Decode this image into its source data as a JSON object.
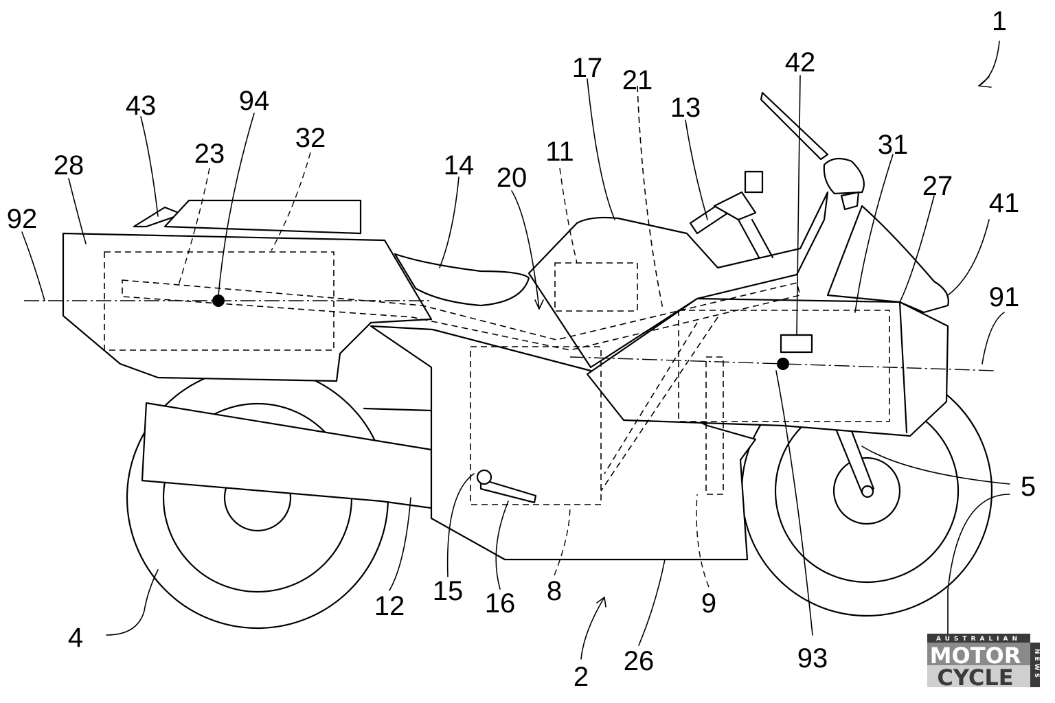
{
  "labels": {
    "l1": "1",
    "l2": "2",
    "l4": "4",
    "l5": "5",
    "l8": "8",
    "l9": "9",
    "l11": "11",
    "l12": "12",
    "l13": "13",
    "l14": "14",
    "l15": "15",
    "l16": "16",
    "l17": "17",
    "l20": "20",
    "l21": "21",
    "l23": "23",
    "l26": "26",
    "l27": "27",
    "l28": "28",
    "l31": "31",
    "l32": "32",
    "l41": "41",
    "l42": "42",
    "l43": "43",
    "l91": "91",
    "l92": "92",
    "l93": "93",
    "l94": "94"
  },
  "logo": {
    "top": "AUSTRALIAN",
    "line1": "MOTOR",
    "line2": "CYCLE",
    "side": "NEWS"
  },
  "colors": {
    "line": "#000000",
    "background": "#ffffff",
    "logo_dark": "#3a3a3a",
    "logo_mid": "#8a8a8a",
    "logo_light": "#cfcfcf"
  }
}
